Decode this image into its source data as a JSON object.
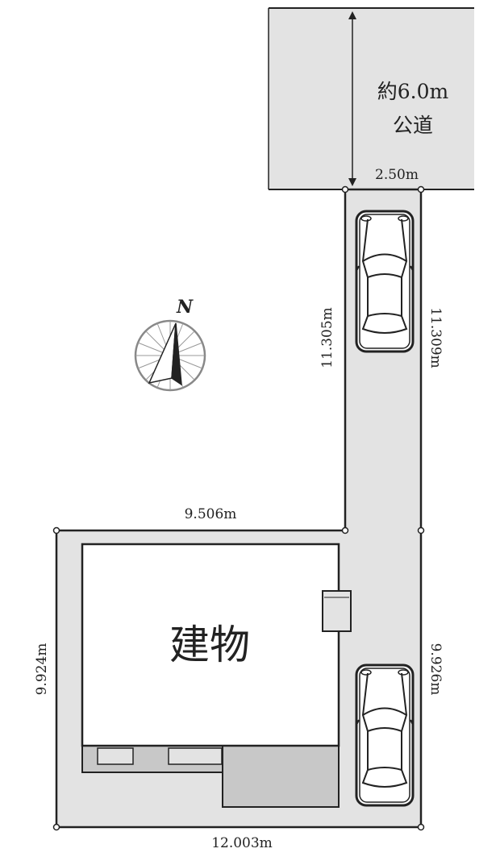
{
  "road": {
    "width_label": "約6.0m",
    "name_label": "公道"
  },
  "frontage": "2.50m",
  "dimensions": {
    "driveway_left": "11.305m",
    "driveway_right": "11.309m",
    "top_edge": "9.506m",
    "left_edge": "9.924m",
    "right_lower": "9.926m",
    "bottom_edge": "12.003m"
  },
  "building_label": "建物",
  "compass_label": "N",
  "colors": {
    "fill": "#e3e3e3",
    "line": "#222222"
  }
}
